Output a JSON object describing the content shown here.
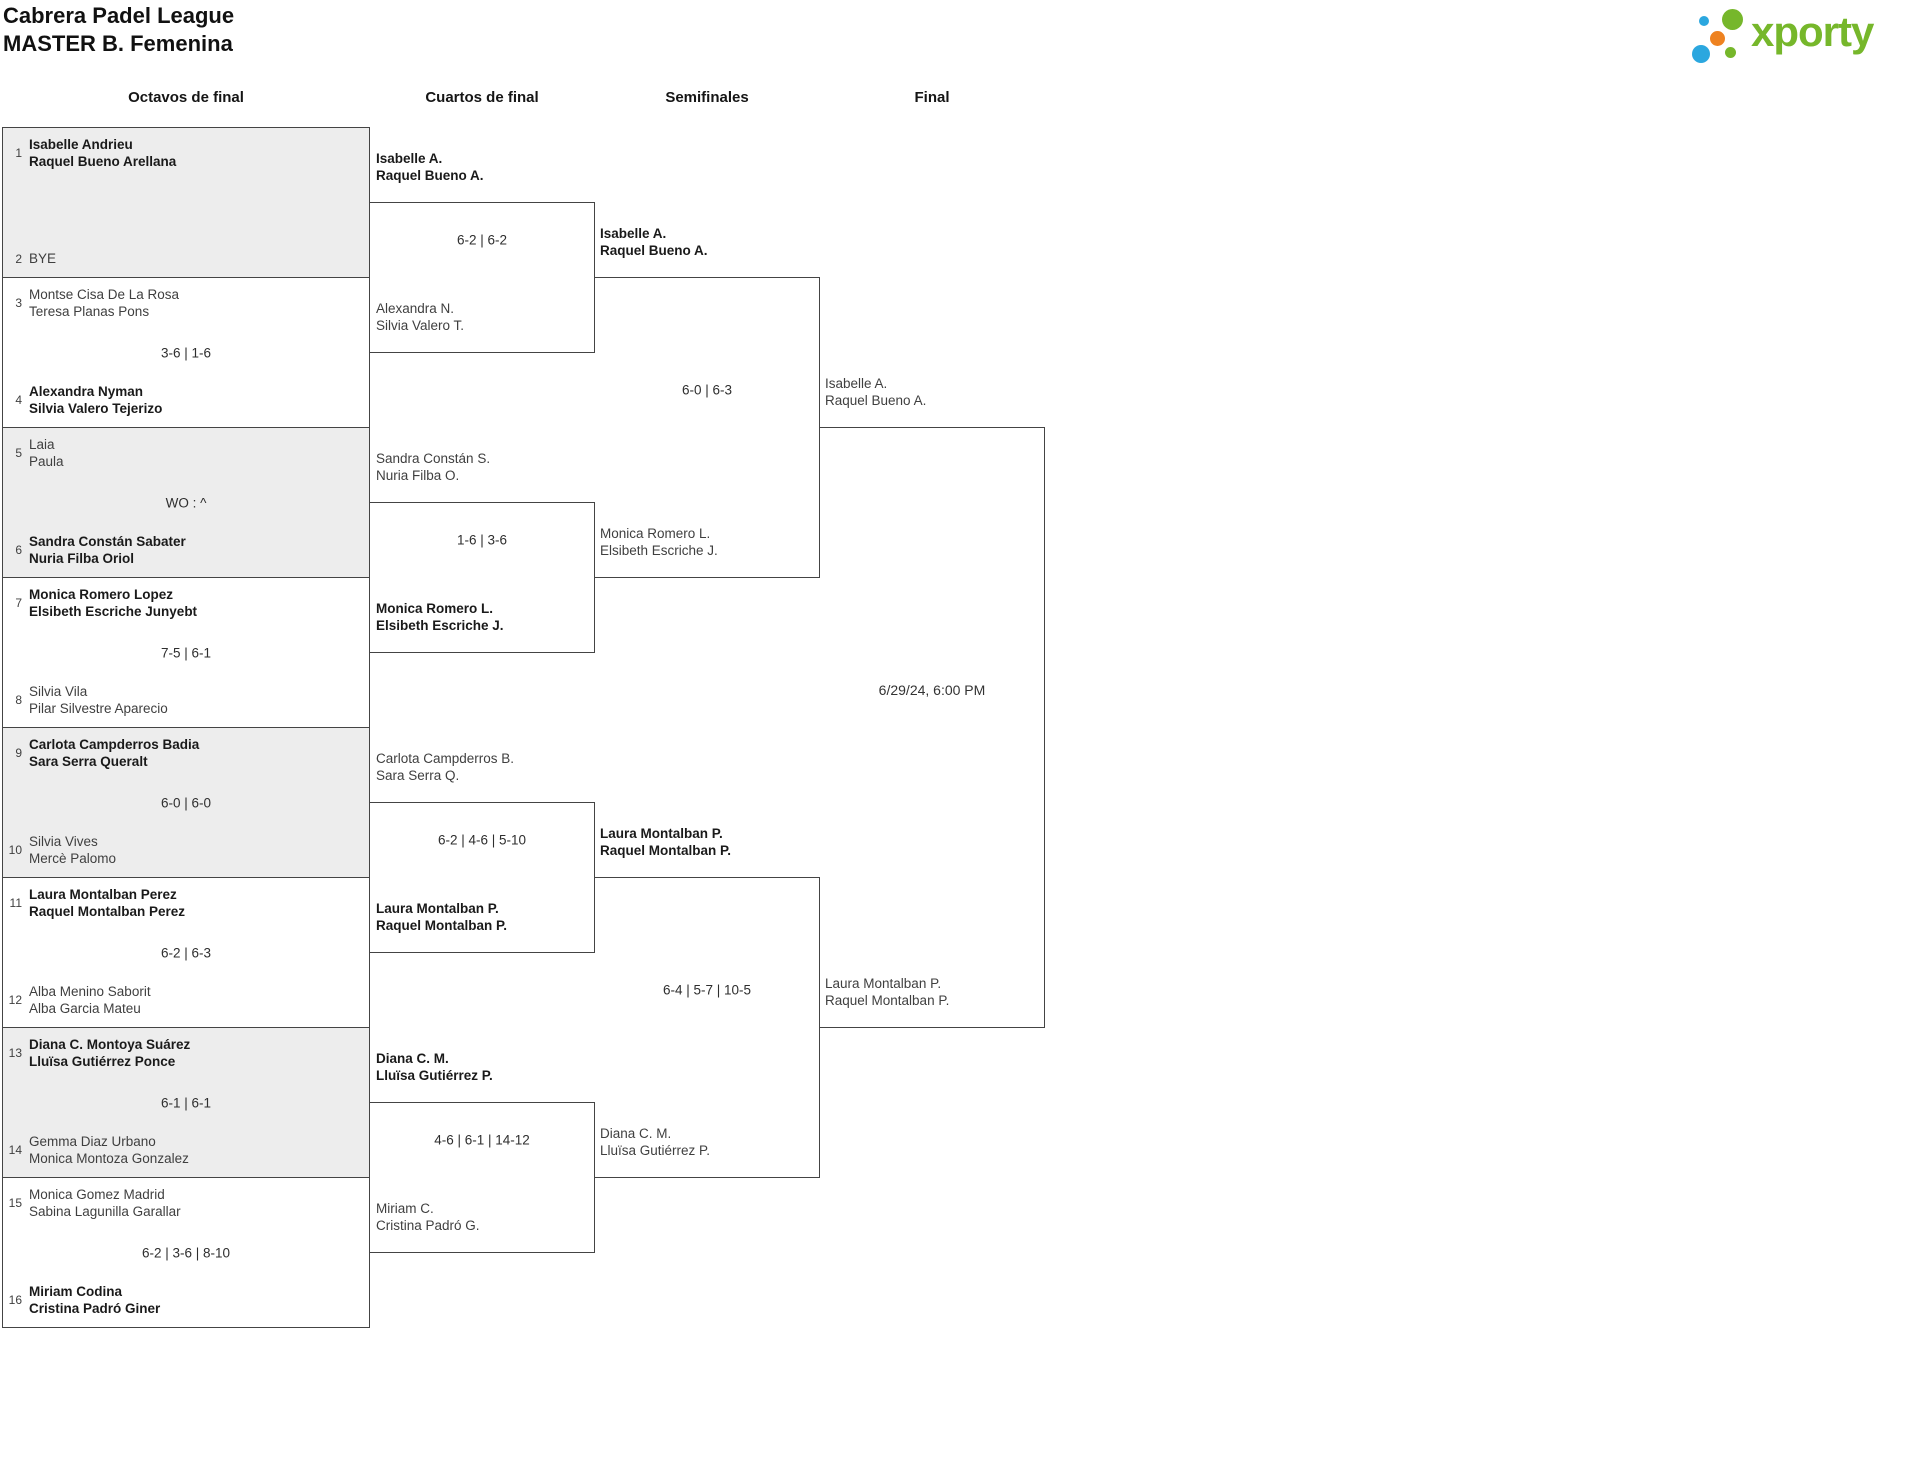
{
  "title": {
    "line1": "Cabrera Padel League",
    "line2": "MASTER B. Femenina"
  },
  "logo": {
    "text": "xporty",
    "green": "#76b72b",
    "blue": "#2ba7df",
    "orange": "#ee8220"
  },
  "rounds": {
    "r16": "Octavos de final",
    "qf": "Cuartos de final",
    "sf": "Semifinales",
    "final": "Final"
  },
  "octavos": [
    {
      "seed_a": "1",
      "a1": "Isabelle Andrieu",
      "a2": "Raquel Bueno Arellana",
      "a_win": true,
      "seed_b": "2",
      "b1": "BYE",
      "b2": "",
      "b_win": false,
      "score": ""
    },
    {
      "seed_a": "3",
      "a1": "Montse Cisa De La Rosa",
      "a2": "Teresa Planas Pons",
      "a_win": false,
      "seed_b": "4",
      "b1": "Alexandra Nyman",
      "b2": "Silvia Valero Tejerizo",
      "b_win": true,
      "score": "3-6 | 1-6"
    },
    {
      "seed_a": "5",
      "a1": "Laia",
      "a2": "Paula",
      "a_win": false,
      "seed_b": "6",
      "b1": "Sandra Constán Sabater",
      "b2": "Nuria Filba Oriol",
      "b_win": true,
      "score": "WO : ^"
    },
    {
      "seed_a": "7",
      "a1": "Monica Romero Lopez",
      "a2": "Elsibeth Escriche Junyebt",
      "a_win": true,
      "seed_b": "8",
      "b1": "Silvia Vila",
      "b2": "Pilar Silvestre Aparecio",
      "b_win": false,
      "score": "7-5 | 6-1"
    },
    {
      "seed_a": "9",
      "a1": "Carlota Campderros Badia",
      "a2": "Sara Serra Queralt",
      "a_win": true,
      "seed_b": "10",
      "b1": "Silvia Vives",
      "b2": "Mercè Palomo",
      "b_win": false,
      "score": "6-0 | 6-0"
    },
    {
      "seed_a": "11",
      "a1": "Laura Montalban Perez",
      "a2": "Raquel Montalban Perez",
      "a_win": true,
      "seed_b": "12",
      "b1": "Alba Menino Saborit",
      "b2": "Alba Garcia Mateu",
      "b_win": false,
      "score": "6-2 | 6-3"
    },
    {
      "seed_a": "13",
      "a1": "Diana C. Montoya Suárez",
      "a2": "Lluïsa Gutiérrez Ponce",
      "a_win": true,
      "seed_b": "14",
      "b1": "Gemma Diaz Urbano",
      "b2": "Monica Montoza Gonzalez",
      "b_win": false,
      "score": "6-1 | 6-1"
    },
    {
      "seed_a": "15",
      "a1": "Monica Gomez Madrid",
      "a2": "Sabina Lagunilla Garallar",
      "a_win": false,
      "seed_b": "16",
      "b1": "Miriam Codina",
      "b2": "Cristina Padró Giner",
      "b_win": true,
      "score": "6-2 | 3-6 | 8-10"
    }
  ],
  "cuartos": [
    {
      "a1": "Isabelle A.",
      "a2": "Raquel Bueno A.",
      "a_win": true,
      "b1": "Alexandra N.",
      "b2": "Silvia Valero T.",
      "b_win": false,
      "score": "6-2 | 6-2"
    },
    {
      "a1": "Sandra Constán S.",
      "a2": "Nuria Filba O.",
      "a_win": false,
      "b1": "Monica Romero L.",
      "b2": "Elsibeth Escriche J.",
      "b_win": true,
      "score": "1-6 | 3-6"
    },
    {
      "a1": "Carlota Campderros B.",
      "a2": "Sara Serra Q.",
      "a_win": false,
      "b1": "Laura Montalban P.",
      "b2": "Raquel Montalban P.",
      "b_win": true,
      "score": "6-2 | 4-6 | 5-10"
    },
    {
      "a1": "Diana C. M.",
      "a2": "Lluïsa Gutiérrez P.",
      "a_win": true,
      "b1": "Miriam C.",
      "b2": "Cristina Padró G.",
      "b_win": false,
      "score": "4-6 | 6-1 | 14-12"
    }
  ],
  "semifinales": [
    {
      "a1": "Isabelle A.",
      "a2": "Raquel Bueno A.",
      "a_win": true,
      "b1": "Monica Romero L.",
      "b2": "Elsibeth Escriche J.",
      "b_win": false,
      "score": "6-0 | 6-3"
    },
    {
      "a1": "Laura Montalban P.",
      "a2": "Raquel Montalban P.",
      "a_win": true,
      "b1": "Diana C. M.",
      "b2": "Lluïsa Gutiérrez P.",
      "b_win": false,
      "score": "6-4 | 5-7 | 10-5"
    }
  ],
  "final": {
    "a1": "Isabelle A.",
    "a2": "Raquel Bueno A.",
    "a_win": false,
    "b1": "Laura Montalban P.",
    "b2": "Raquel Montalban P.",
    "b_win": false,
    "date": "6/29/24, 6:00 PM"
  }
}
